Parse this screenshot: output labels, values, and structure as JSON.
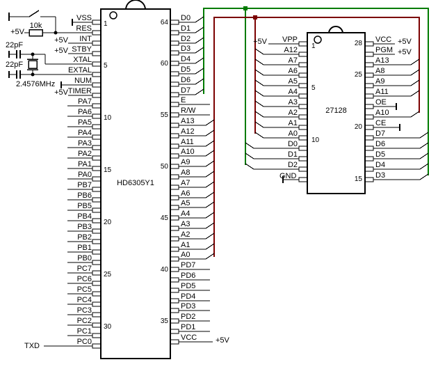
{
  "colors": {
    "data_bus": "#007B00",
    "address_bus": "#7B0000",
    "wire": "#000000",
    "background": "#FFFFFF"
  },
  "supply_label": "+5V",
  "components": {
    "resistor_value": "10k",
    "cap_top": "22pF",
    "cap_bottom": "22pF",
    "crystal_freq": "2.4576MHz",
    "txd_label": "TXD"
  },
  "left_ic": {
    "name": "HD6305Y1",
    "left_pins": [
      {
        "label": "VSS",
        "num": "1",
        "conn": "tick"
      },
      {
        "label": "RES",
        "conn": "reset"
      },
      {
        "label": "INT",
        "conn": "v5"
      },
      {
        "label": "STBY",
        "conn": "v5"
      },
      {
        "label": "XTAL",
        "num": "5",
        "conn": "xtal"
      },
      {
        "label": "EXTAL",
        "conn": "extal"
      },
      {
        "label": "NUM",
        "conn": "numtick"
      },
      {
        "label": "TIMER",
        "conn": "v5"
      },
      {
        "label": "PA7"
      },
      {
        "label": "PA6",
        "num": "10"
      },
      {
        "label": "PA5"
      },
      {
        "label": "PA4"
      },
      {
        "label": "PA3"
      },
      {
        "label": "PA2"
      },
      {
        "label": "PA1",
        "num": "15"
      },
      {
        "label": "PA0"
      },
      {
        "label": "PB7"
      },
      {
        "label": "PB6"
      },
      {
        "label": "PB5"
      },
      {
        "label": "PB4",
        "num": "20"
      },
      {
        "label": "PB3"
      },
      {
        "label": "PB2"
      },
      {
        "label": "PB1"
      },
      {
        "label": "PB0"
      },
      {
        "label": "PC7",
        "num": "25"
      },
      {
        "label": "PC6"
      },
      {
        "label": "PC5"
      },
      {
        "label": "PC4"
      },
      {
        "label": "PC3"
      },
      {
        "label": "PC2",
        "num": "30"
      },
      {
        "label": "PC1"
      },
      {
        "label": "PC0",
        "conn": "txd"
      }
    ],
    "right_pins": [
      {
        "label": "D0",
        "num": "64",
        "conn": "green"
      },
      {
        "label": "D1",
        "conn": "green"
      },
      {
        "label": "D2",
        "conn": "green"
      },
      {
        "label": "D3",
        "conn": "green"
      },
      {
        "label": "D4",
        "num": "60",
        "conn": "green"
      },
      {
        "label": "D5",
        "conn": "green"
      },
      {
        "label": "D6",
        "conn": "green"
      },
      {
        "label": "D7",
        "conn": "green"
      },
      {
        "label": "E"
      },
      {
        "label": "R/W",
        "num": "55"
      },
      {
        "label": "A13",
        "conn": "red"
      },
      {
        "label": "A12",
        "conn": "red"
      },
      {
        "label": "A11",
        "conn": "red"
      },
      {
        "label": "A10",
        "conn": "red"
      },
      {
        "label": "A9",
        "num": "50",
        "conn": "red"
      },
      {
        "label": "A8",
        "conn": "red"
      },
      {
        "label": "A7",
        "conn": "red"
      },
      {
        "label": "A6",
        "conn": "red"
      },
      {
        "label": "A5",
        "conn": "red"
      },
      {
        "label": "A4",
        "num": "45",
        "conn": "red"
      },
      {
        "label": "A3",
        "conn": "red"
      },
      {
        "label": "A2",
        "conn": "red"
      },
      {
        "label": "A1",
        "conn": "red"
      },
      {
        "label": "A0",
        "conn": "red"
      },
      {
        "label": "PD7",
        "num": "40"
      },
      {
        "label": "PD6"
      },
      {
        "label": "PD5"
      },
      {
        "label": "PD4"
      },
      {
        "label": "PD3"
      },
      {
        "label": "PD2",
        "num": "35"
      },
      {
        "label": "PD1"
      },
      {
        "label": "VCC",
        "conn": "v5"
      }
    ]
  },
  "right_ic": {
    "name": "27128",
    "left_pins": [
      {
        "label": "VPP",
        "num": "1",
        "conn": "v5"
      },
      {
        "label": "A12",
        "conn": "red"
      },
      {
        "label": "A7",
        "conn": "red"
      },
      {
        "label": "A6",
        "conn": "red"
      },
      {
        "label": "A5",
        "num": "5",
        "conn": "red"
      },
      {
        "label": "A4",
        "conn": "red"
      },
      {
        "label": "A3",
        "conn": "red"
      },
      {
        "label": "A2",
        "conn": "red"
      },
      {
        "label": "A1",
        "conn": "red"
      },
      {
        "label": "A0",
        "num": "10",
        "conn": "red"
      },
      {
        "label": "D0",
        "conn": "green"
      },
      {
        "label": "D1",
        "conn": "green"
      },
      {
        "label": "D2",
        "conn": "green"
      },
      {
        "label": "GND",
        "conn": "gnd"
      }
    ],
    "right_pins": [
      {
        "label": "VCC",
        "num": "28",
        "conn": "v5"
      },
      {
        "label": "PGM",
        "conn": "v5"
      },
      {
        "label": "A13",
        "conn": "red"
      },
      {
        "label": "A8",
        "num": "25",
        "conn": "red"
      },
      {
        "label": "A9",
        "conn": "red"
      },
      {
        "label": "A11",
        "conn": "red"
      },
      {
        "label": "OE",
        "conn": "tick"
      },
      {
        "label": "A10",
        "conn": "red"
      },
      {
        "label": "CE",
        "num": "20",
        "conn": "tick"
      },
      {
        "label": "D7",
        "conn": "green"
      },
      {
        "label": "D6",
        "conn": "green"
      },
      {
        "label": "D5",
        "conn": "green"
      },
      {
        "label": "D4",
        "conn": "green"
      },
      {
        "label": "D3",
        "num": "15",
        "conn": "green"
      }
    ]
  }
}
